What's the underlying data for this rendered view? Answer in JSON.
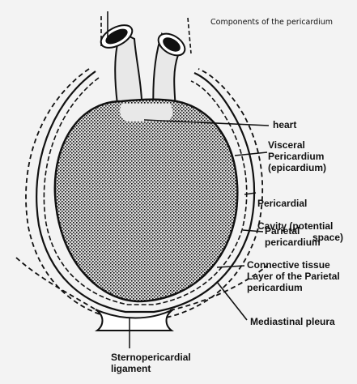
{
  "caption": "Components of the pericardium",
  "labels": {
    "heart": "heart",
    "visceral": "Visceral\nPericardium\n(epicardium)",
    "cavity_line1": "Pericardial",
    "cavity_line2": "Cavity (potential",
    "cavity_line3": "space)",
    "parietal": "Parietal\npericardium",
    "connective": "Connective tissue\nLayer of the Parietal\npericardium",
    "mediastinal": "Mediastinal pleura",
    "sterno": "Sternopericardial\nligament"
  }
}
